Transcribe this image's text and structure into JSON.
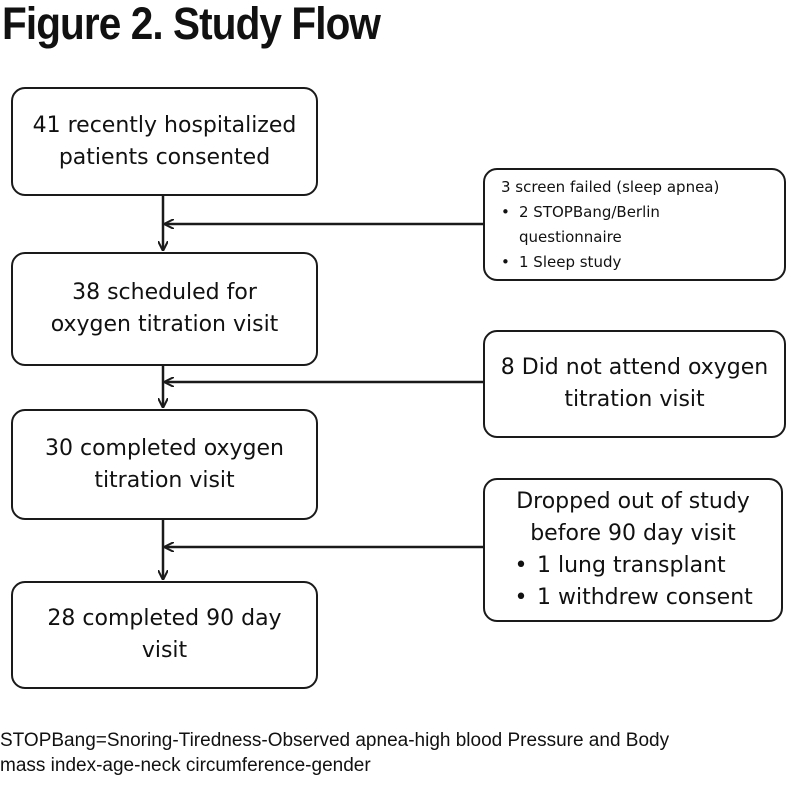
{
  "figure": {
    "title": "Figure 2. Study Flow"
  },
  "flow": {
    "steps": [
      {
        "lines": [
          "41 recently hospitalized",
          "patients consented"
        ]
      },
      {
        "lines": [
          "38 scheduled for",
          "oxygen titration visit"
        ]
      },
      {
        "lines": [
          "30 completed oxygen",
          "titration visit"
        ]
      },
      {
        "lines": [
          "28 completed 90 day",
          "visit"
        ]
      }
    ],
    "exclusions": [
      {
        "heading": "3 screen failed (sleep apnea)",
        "bullet": "•",
        "items": [
          {
            "lines": [
              "2 STOPBang/Berlin",
              "questionnaire"
            ]
          },
          {
            "lines": [
              "1 Sleep study"
            ]
          }
        ]
      },
      {
        "lines": [
          "8 Did not attend oxygen",
          "titration visit"
        ]
      },
      {
        "lines": [
          "Dropped out of study",
          "before 90 day visit"
        ],
        "bullet": "•",
        "items": [
          "1 lung transplant",
          "1 withdrew consent"
        ]
      }
    ]
  },
  "footnote": {
    "lines": [
      "STOPBang=Snoring-Tiredness-Observed apnea-high blood Pressure and Body",
      "mass index-age-neck circumference-gender"
    ]
  },
  "colors": {
    "stroke": "#1a1a1a",
    "text": "#111111",
    "background": "#ffffff"
  }
}
